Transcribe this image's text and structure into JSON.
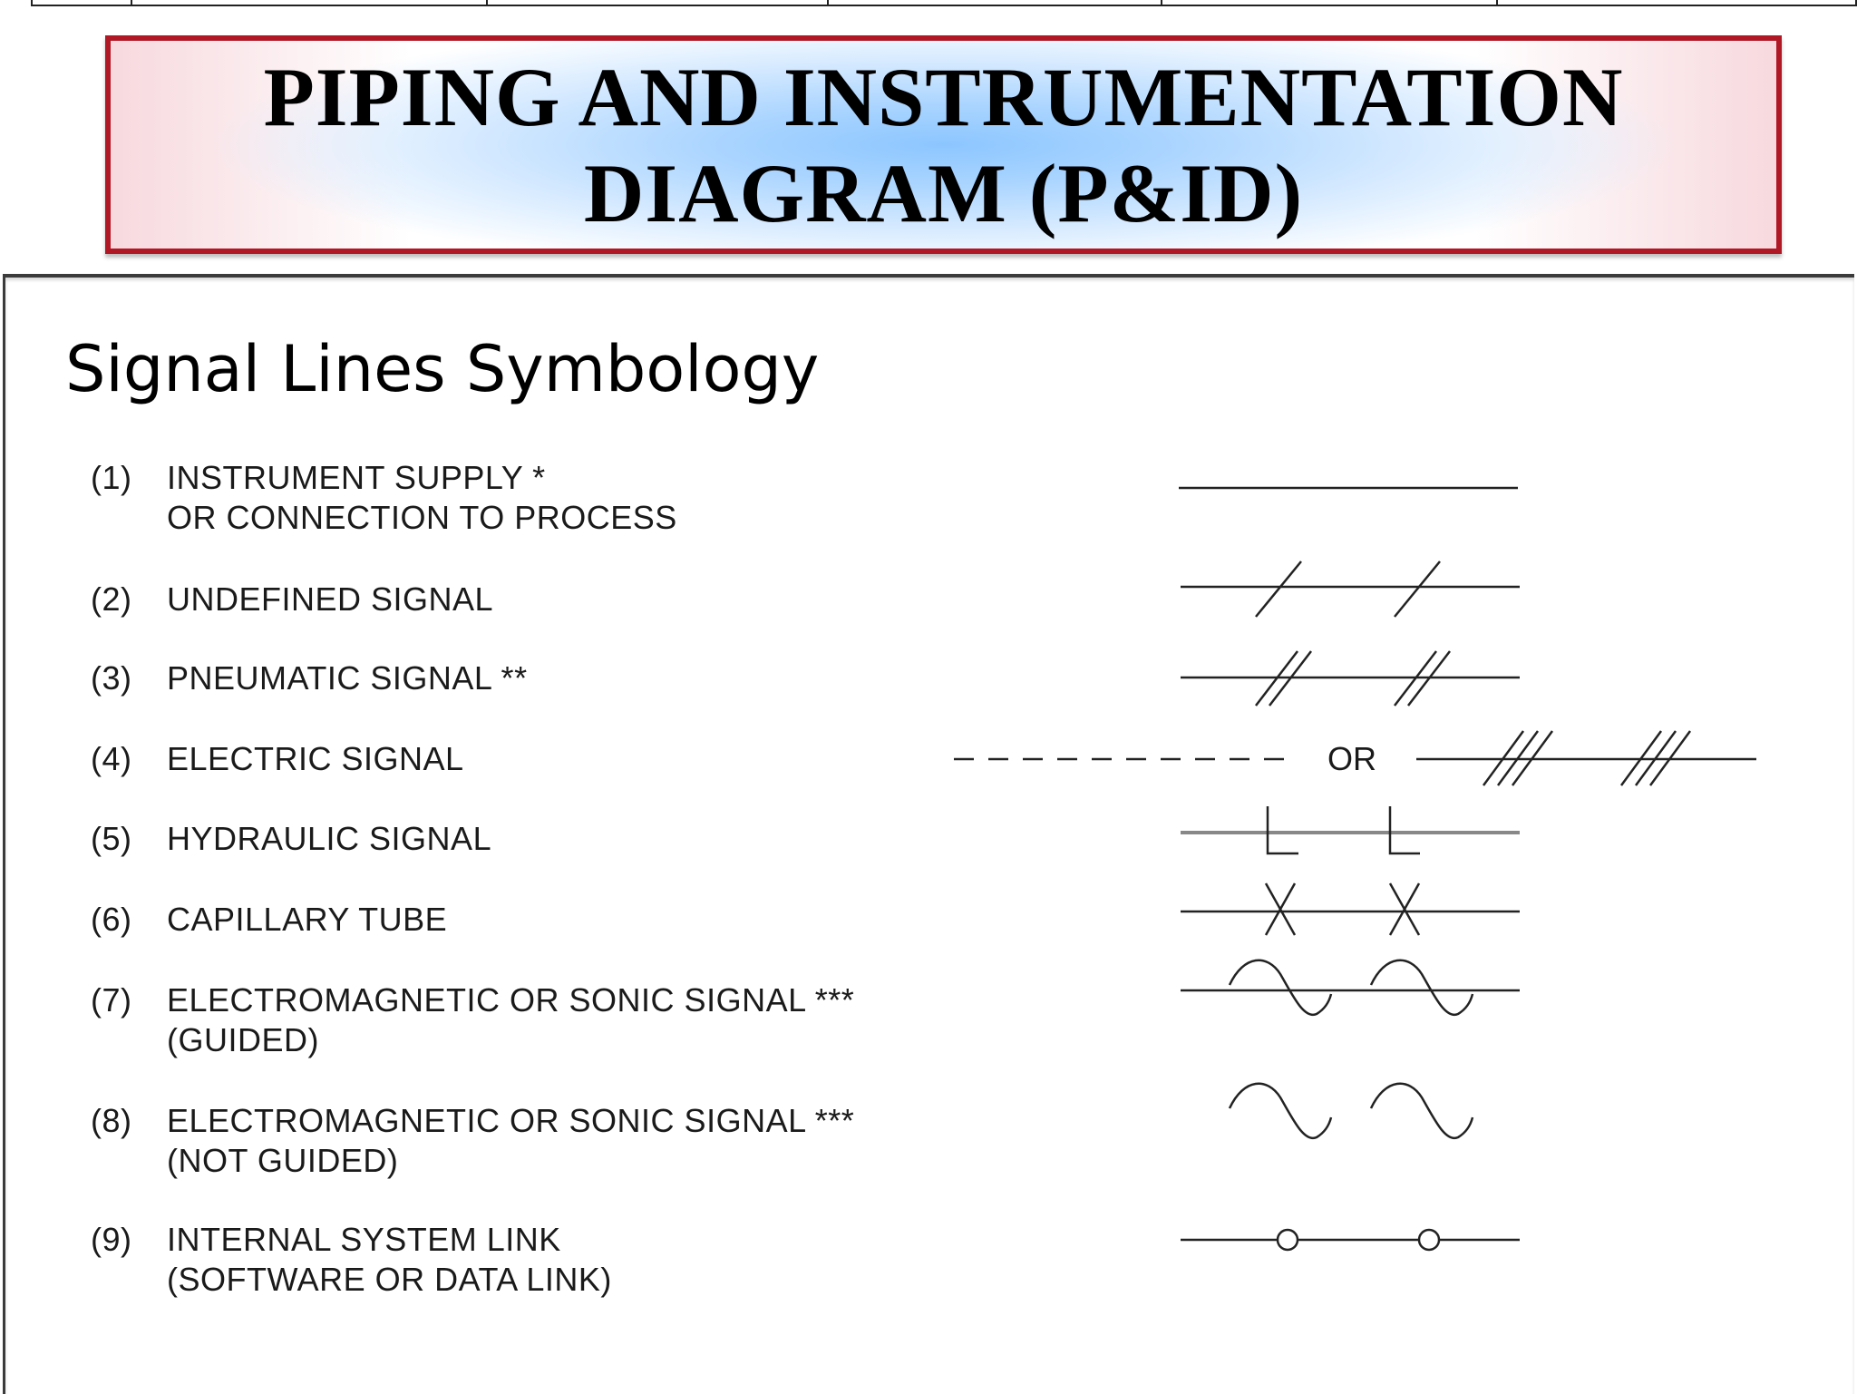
{
  "banner": {
    "line1": "PIPING AND INSTRUMENTATION",
    "line2": "DIAGRAM (P&ID)"
  },
  "section": {
    "title": "Signal Lines Symbology"
  },
  "rows": [
    {
      "num": "(1)",
      "line1": "INSTRUMENT SUPPLY  *",
      "line2": "OR CONNECTION TO PROCESS",
      "symbol": "solid-line"
    },
    {
      "num": "(2)",
      "line1": "UNDEFINED SIGNAL",
      "line2": "",
      "symbol": "single-slash-line"
    },
    {
      "num": "(3)",
      "line1": "PNEUMATIC SIGNAL  **",
      "line2": "",
      "symbol": "double-slash-line"
    },
    {
      "num": "(4)",
      "line1": "ELECTRIC SIGNAL",
      "line2": "",
      "symbol": "dashed-or-triple-slash-line"
    },
    {
      "num": "(5)",
      "line1": "HYDRAULIC SIGNAL",
      "line2": "",
      "symbol": "l-mark-line"
    },
    {
      "num": "(6)",
      "line1": "CAPILLARY TUBE",
      "line2": "",
      "symbol": "x-mark-line"
    },
    {
      "num": "(7)",
      "line1": "ELECTROMAGNETIC OR SONIC SIGNAL ***",
      "line2": "(GUIDED)",
      "symbol": "sine-on-line"
    },
    {
      "num": "(8)",
      "line1": "ELECTROMAGNETIC OR SONIC SIGNAL ***",
      "line2": "(NOT GUIDED)",
      "symbol": "sine-free"
    },
    {
      "num": "(9)",
      "line1": "INTERNAL SYSTEM LINK",
      "line2": "(SOFTWARE OR DATA LINK)",
      "symbol": "circle-link-line"
    }
  ],
  "or_label": "OR",
  "colors": {
    "banner_border": "#b01826",
    "banner_glow": "#8cc6ff"
  }
}
